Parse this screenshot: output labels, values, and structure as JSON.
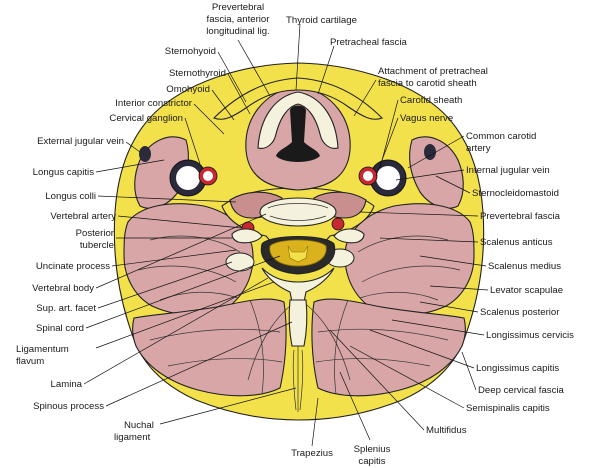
{
  "diagram": {
    "labels_top": {
      "prevertebral_fascia": [
        "Prevertebral",
        "fascia, anterior",
        "longitudinal lig."
      ],
      "thyroid_cartilage": "Thyroid cartilage",
      "pretracheal_fascia": "Pretracheal fascia",
      "attachment": [
        "Attachment of pretracheal",
        "fascia to carotid sheath"
      ]
    },
    "labels_left": {
      "sternohyoid": "Sternohyoid",
      "sternothyroid": "Sternothyroid",
      "omohyoid": "Omohyoid",
      "interior_constrictor": "Interior constrictor",
      "cervical_ganglion": "Cervical ganglion",
      "external_jugular_vein": "External jugular vein",
      "longus_capitis": "Longus capitis",
      "longus_colli": "Longus colli",
      "vertebral_artery": "Vertebral artery",
      "posterior_tubercle": [
        "Posterior",
        "tubercle"
      ],
      "uncinate_process": "Uncinate process",
      "vertebral_body": "Vertebral body",
      "sup_art_facet": "Sup. art. facet",
      "spinal_cord": "Spinal cord",
      "ligamentum_flavum": [
        "Ligamentum",
        "flavum"
      ],
      "lamina": "Lamina",
      "spinous_process": "Spinous process",
      "nuchal_ligament": [
        "Nuchal",
        "ligament"
      ]
    },
    "labels_right": {
      "carotid_sheath": "Carotid sheath",
      "vagus_nerve": "Vagus nerve",
      "common_carotid_artery": [
        "Common carotid",
        "artery"
      ],
      "internal_jugular_vein": "Internal jugular vein",
      "sternocleidomastoid": "Sternocleidomastoid",
      "prevertebral_fascia_r": "Prevertebral fascia",
      "scalenus_anticus": "Scalenus anticus",
      "scalenus_medius": "Scalenus medius",
      "levator_scapulae": "Levator scapulae",
      "scalenus_posterior": "Scalenus posterior",
      "longissimus_cervicis": "Longissimus cervicis",
      "longissimus_capitis": "Longissimus capitis",
      "deep_cervical_fascia": "Deep cervical fascia",
      "semispinalis_capitis": "Semispinalis capitis",
      "multifidus": "Multifidus"
    },
    "labels_bottom": {
      "trapezius": "Trapezius",
      "splenius_capitis": [
        "Splenius",
        "capitis"
      ]
    },
    "colors": {
      "fat": "#f2e14a",
      "muscle": "#d8a6a6",
      "muscle_dark": "#c98f8f",
      "bone": "#f4f1dc",
      "artery": "#c8282f",
      "vein": "#2a2a3a",
      "cord": "#d9b21e"
    }
  }
}
